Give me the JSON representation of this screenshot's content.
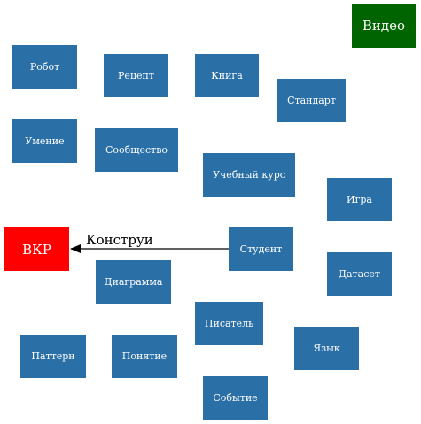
{
  "diagram": {
    "nodes": {
      "video": "Видео",
      "robot": "Робот",
      "recipe": "Рецепт",
      "book": "Книга",
      "standard": "Стандарт",
      "skill": "Умение",
      "community": "Сообщество",
      "course": "Учебный курс",
      "game": "Игра",
      "vkr": "ВКР",
      "student": "Студент",
      "dataset": "Датасет",
      "diagram": "Диаграмма",
      "writer": "Писатель",
      "pattern": "Паттерн",
      "concept": "Понятие",
      "language": "Язык",
      "event": "Событие"
    },
    "edges": [
      {
        "from": "Студент",
        "to": "ВКР",
        "label": "Конструи"
      }
    ],
    "colors": {
      "node_fill": "#2a6fa6",
      "highlight_target": "#ff0000",
      "highlight_other": "#006400",
      "node_text": "#ffffff",
      "edge": "#000000"
    }
  }
}
